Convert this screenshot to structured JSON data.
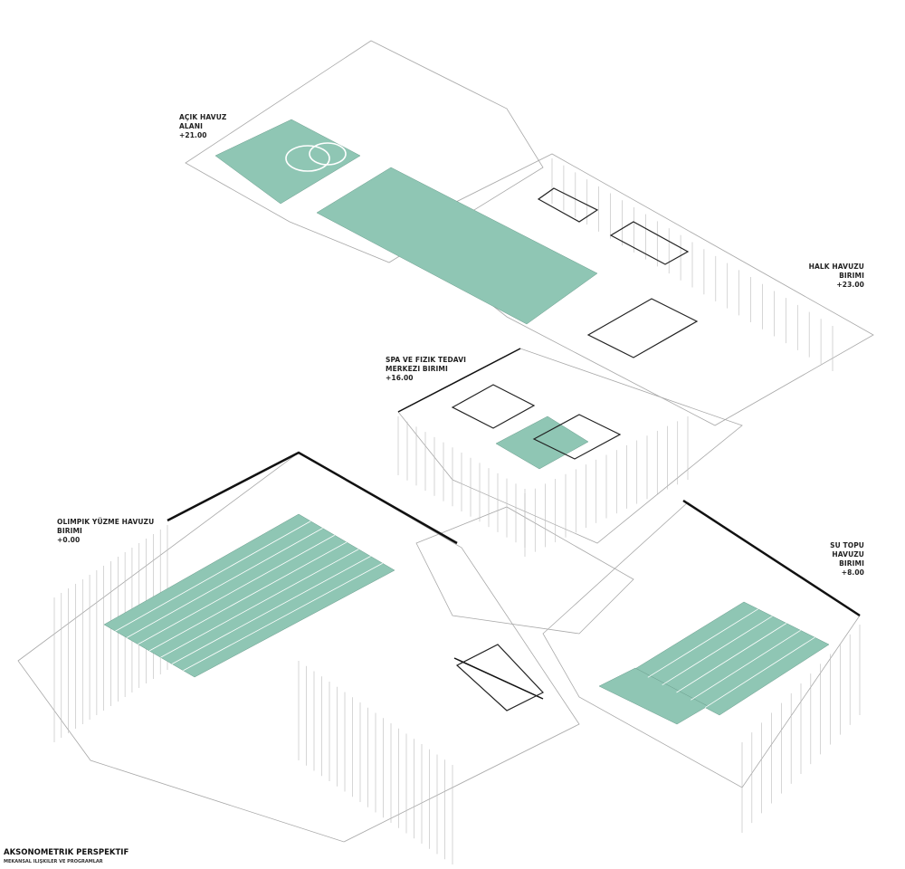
{
  "colors": {
    "pool": "#8fc6b4",
    "line": "#9a9a9a",
    "wall": "#111111"
  },
  "labels": [
    {
      "id": "acik-havuz",
      "lines": [
        "AÇIK HAVUZ",
        "ALANI",
        "+21.00"
      ]
    },
    {
      "id": "halk-havuzu",
      "lines": [
        "HALK HAVUZU",
        "BIRIMI",
        "+23.00"
      ]
    },
    {
      "id": "spa",
      "lines": [
        "SPA VE FIZIK TEDAVI",
        "MERKEZI BIRIMI",
        "+16.00"
      ]
    },
    {
      "id": "olimpik",
      "lines": [
        "OLIMPIK YÜZME HAVUZU",
        "BIRIMI",
        "+0.00"
      ]
    },
    {
      "id": "su-topu",
      "lines": [
        "SU TOPU HAVUZU",
        "BIRIMI",
        "+8.00"
      ]
    }
  ],
  "title": "AKSONOMETRIK PERSPEKTIF",
  "subtitle": "MEKANSAL ILIŞKILER VE PROGRAMLAR"
}
